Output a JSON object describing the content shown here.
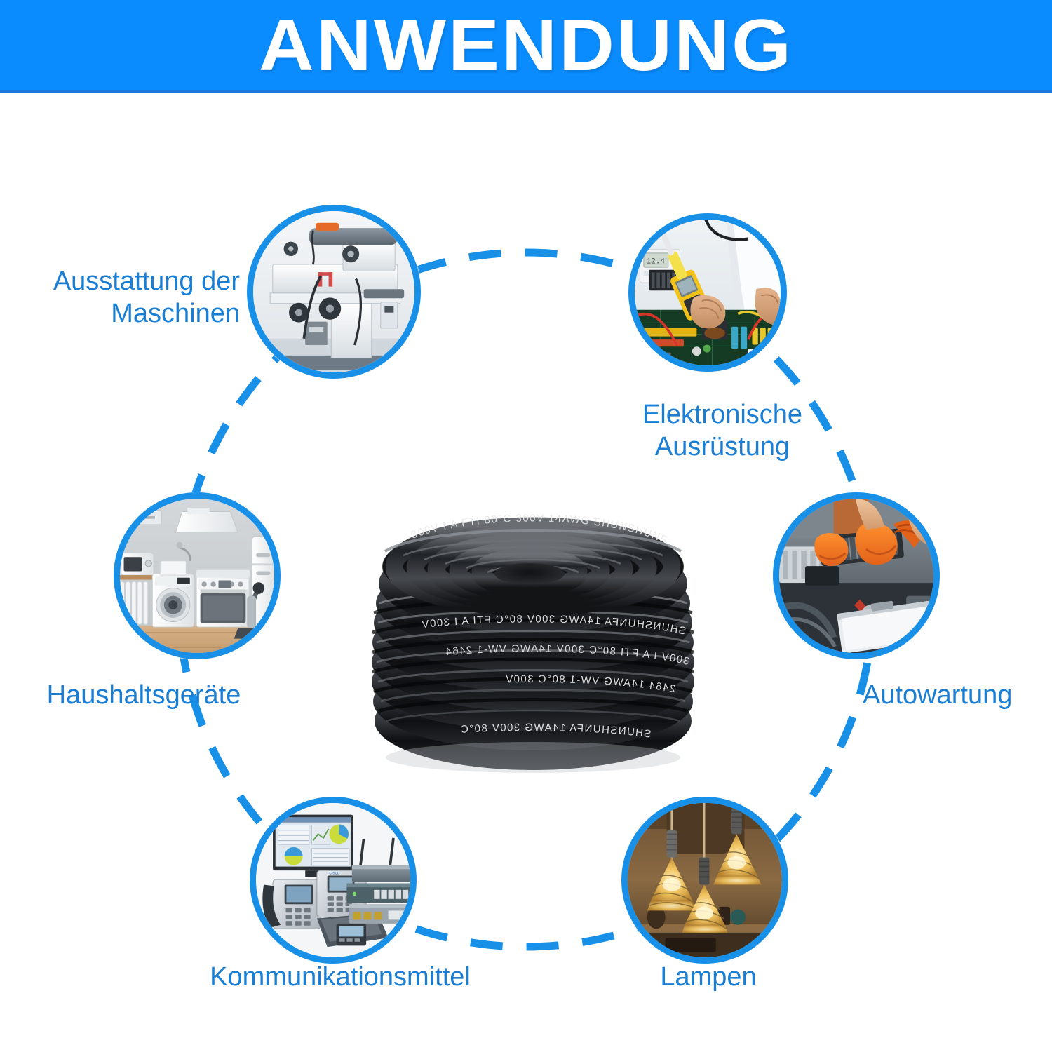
{
  "header": {
    "title": "ANWENDUNG",
    "background_color": "#0a8cff",
    "text_color": "#ffffff"
  },
  "theme": {
    "accent_blue": "#0a8cff",
    "ring_blue": "#1890e8",
    "label_blue": "#1a7fd4",
    "page_background": "#ffffff"
  },
  "diagram": {
    "layout": "radial-dashed-circle",
    "center_item": {
      "name": "cable-coil",
      "description": "Schwarze Kabelrolle",
      "printed_text": "2464 14AWG VW-1 80°C 300V I A FTI 80°C 300V 14AWG SHUNSHUNFA",
      "print_tokens": [
        "2464",
        "14AWG",
        "VW-1",
        "80°C",
        "300V",
        "I",
        "A",
        "FTI",
        "SHUNSHUNFA"
      ]
    },
    "nodes": [
      {
        "id": "machines",
        "label": "Ausstattung der\nMaschinen",
        "icon": "milling-machine-photo",
        "position": "top-left"
      },
      {
        "id": "electronics",
        "label": "Elektronische\nAusrüstung",
        "icon": "circuit-board-multimeter-photo",
        "position": "top-right"
      },
      {
        "id": "household",
        "label": "Haushaltsgeräte",
        "icon": "kitchen-appliances-photo",
        "position": "left"
      },
      {
        "id": "auto",
        "label": "Autowartung",
        "icon": "car-engine-mechanic-photo",
        "position": "right"
      },
      {
        "id": "communication",
        "label": "Kommunikationsmittel",
        "icon": "voip-phones-network-photo",
        "position": "bottom-left"
      },
      {
        "id": "lamps",
        "label": "Lampen",
        "icon": "pendant-lamps-photo",
        "position": "bottom-right"
      }
    ]
  }
}
